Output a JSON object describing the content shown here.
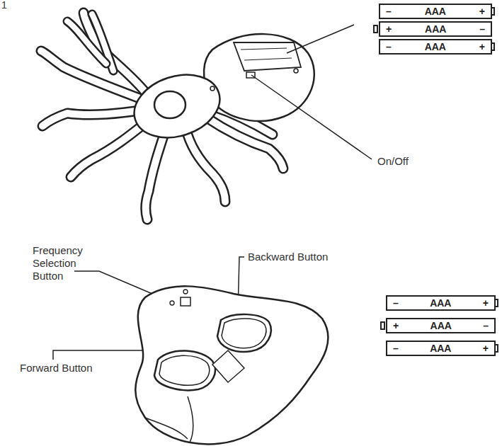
{
  "diagram": {
    "nodes": [
      {
        "text": [
          "–",
          "AAA",
          "+"
        ]
      },
      {
        "text": [
          "+",
          "AAA",
          "–"
        ]
      },
      {
        "text": [
          "–",
          "AAA",
          "+"
        ]
      },
      {
        "text": [
          "–",
          "AAA",
          "+"
        ]
      },
      {
        "text": [
          "+",
          "AAA",
          "–"
        ]
      },
      {
        "text": [
          "–",
          "AAA",
          "+"
        ]
      }
    ],
    "labels": [
      "1",
      "On/Off",
      "Frequency Selection Button",
      "Backward Button",
      "Forward Button"
    ]
  }
}
